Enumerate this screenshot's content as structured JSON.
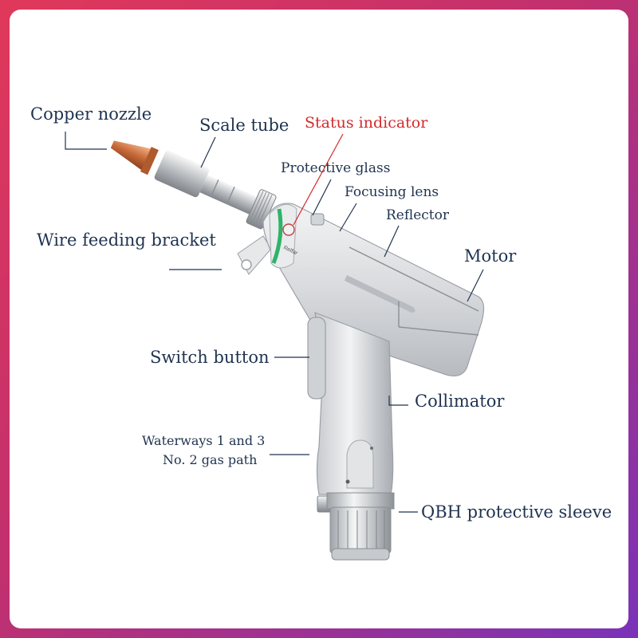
{
  "diagram": {
    "labels": {
      "copper_nozzle": "Copper nozzle",
      "scale_tube": "Scale tube",
      "status_indicator": "Status indicator",
      "protective_glass": "Protective glass",
      "focusing_lens": "Focusing lens",
      "reflector": "Reflector",
      "wire_feeding_bracket": "Wire feeding bracket",
      "motor": "Motor",
      "switch_button": "Switch button",
      "collimator": "Collimator",
      "waterways_line1": "Waterways 1 and 3",
      "waterways_line2": "No. 2 gas path",
      "qbh_sleeve": "QBH protective sleeve"
    },
    "body_text": "Relfar",
    "colors": {
      "label_text": "#1f3350",
      "status_label": "#d42a2a",
      "status_ring": "#2fb36a",
      "copper": "#c86a3a",
      "border_gradient_start": "#e0385a",
      "border_gradient_end": "#7a32b8"
    }
  }
}
